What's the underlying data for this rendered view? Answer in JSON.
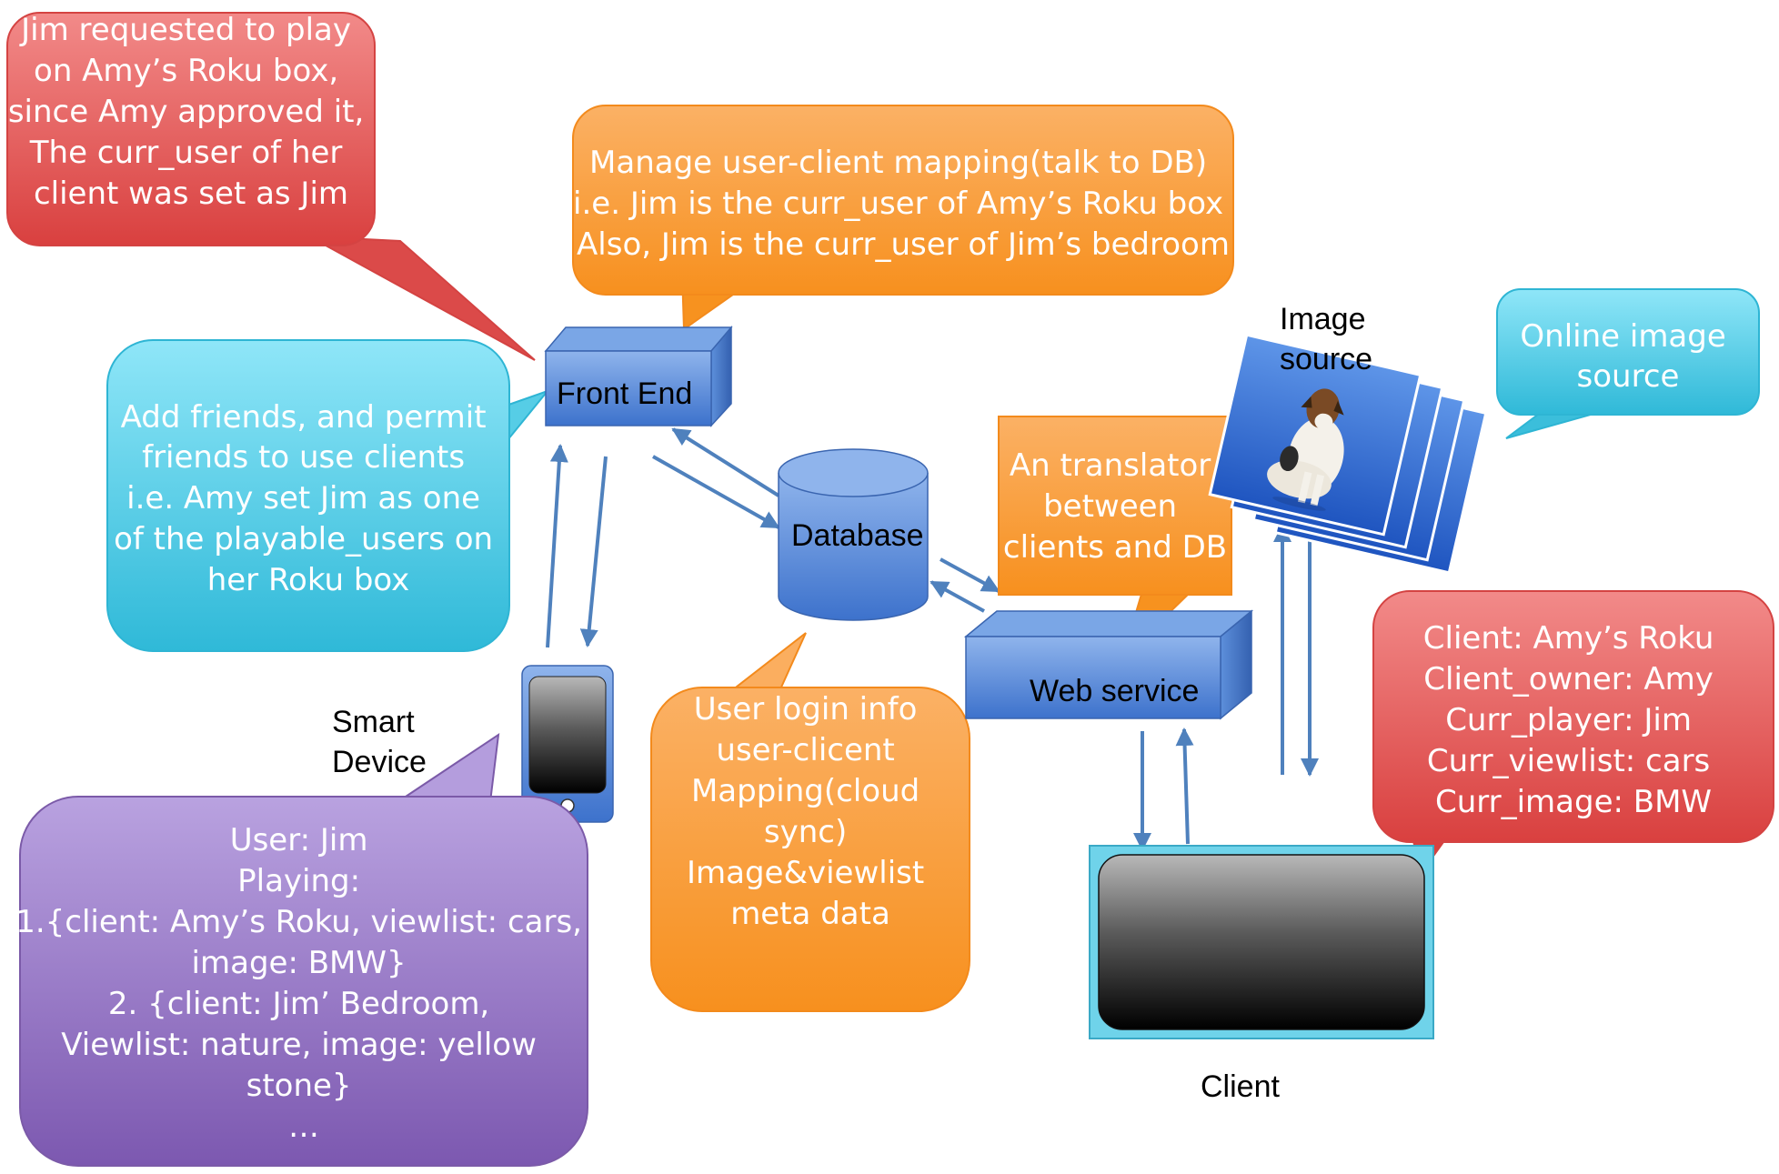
{
  "callouts": {
    "red_top": [
      "Jim requested to play",
      "on Amy’s Roku box,",
      "since Amy approved it,",
      "The curr_user of her",
      "client was set as Jim"
    ],
    "orange_top": [
      "Manage user-client mapping(talk to DB)",
      "i.e. Jim is the curr_user of Amy’s Roku box",
      "Also, Jim is the curr_user of Jim’s bedroom"
    ],
    "cyan_left": [
      "Add friends, and permit",
      "friends to use clients",
      "i.e. Amy set Jim as one",
      "of the playable_users on",
      "her Roku box"
    ],
    "cyan_right": [
      "Online image",
      "source"
    ],
    "orange_translator": [
      "An translator",
      "between",
      "clients and DB"
    ],
    "orange_db": [
      "User login info",
      "",
      "user-clicent",
      "Mapping(cloud",
      "sync)",
      "",
      "Image&viewlist",
      "meta data"
    ],
    "red_client": [
      "Client: Amy’s Roku",
      "Client_owner: Amy",
      "Curr_player: Jim",
      "Curr_viewlist: cars",
      "Curr_image: BMW"
    ],
    "purple_user": [
      "User: Jim",
      "Playing:",
      "1.{client: Amy’s Roku, viewlist: cars,",
      "image: BMW}",
      "2. {client: Jim’ Bedroom,",
      "Viewlist: nature, image: yellow",
      "stone}",
      "…"
    ]
  },
  "nodes": {
    "front_end": "Front End",
    "database": "Database",
    "web_service": "Web service",
    "image_source": [
      "Image",
      "source"
    ],
    "smart_device": [
      "Smart",
      "Device"
    ],
    "client": "Client"
  },
  "colors": {
    "red": "#e0504f",
    "orange": "#f79a32",
    "cyan": "#33c3dd",
    "purple": "#8e6bbd",
    "node_blue": "#4f81bd",
    "arrow": "#4f81bd"
  }
}
